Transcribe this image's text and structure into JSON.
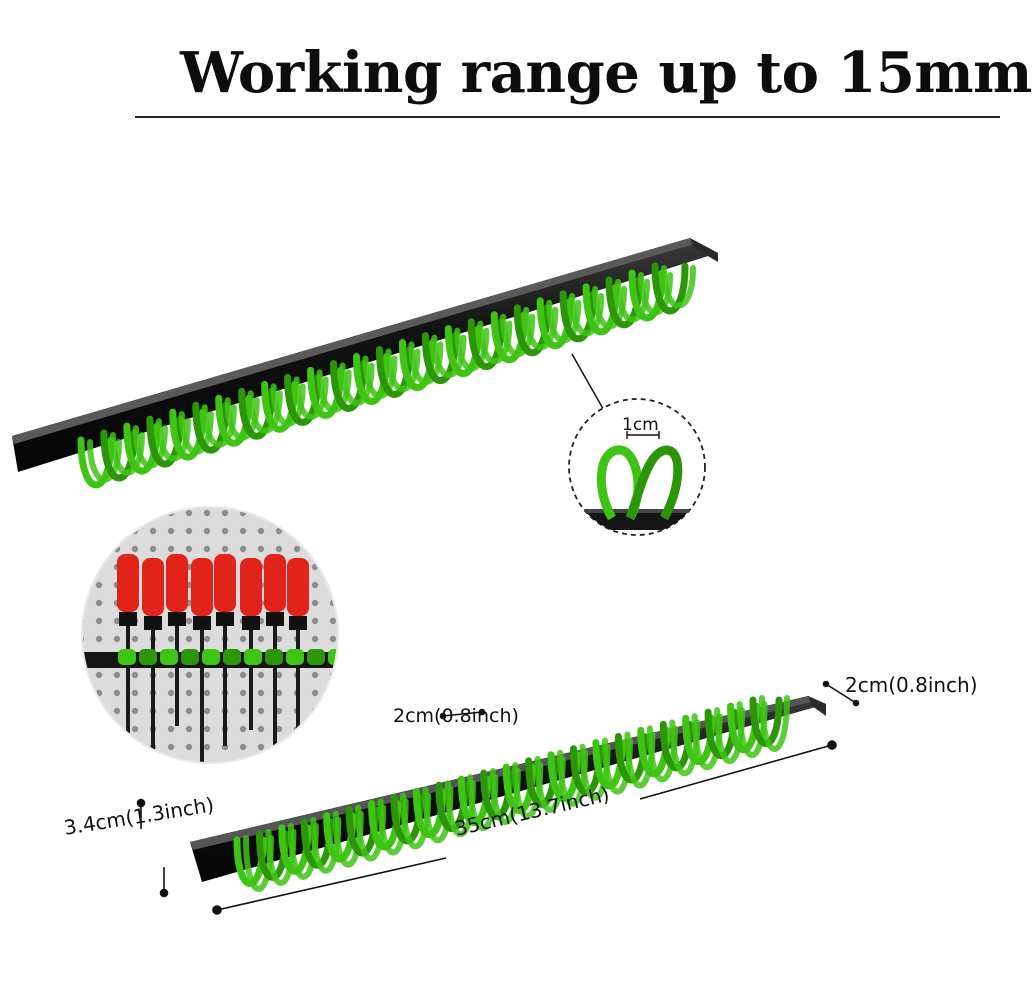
{
  "headline": "Working range up to 15mm",
  "dimensions": {
    "loop_gap": "1cm",
    "loop_spacing": "2cm(0.8inch)",
    "rail_width": "2cm(0.8inch)",
    "height": "3.4cm(1.3inch)",
    "length": "35cm(13.7inch)"
  },
  "colors": {
    "loop_green": "#3ec413",
    "loop_green_dark": "#2a9608",
    "rail_black": "#151515",
    "handle_red": "#e2231a",
    "pegboard": "#d9d9d9"
  }
}
